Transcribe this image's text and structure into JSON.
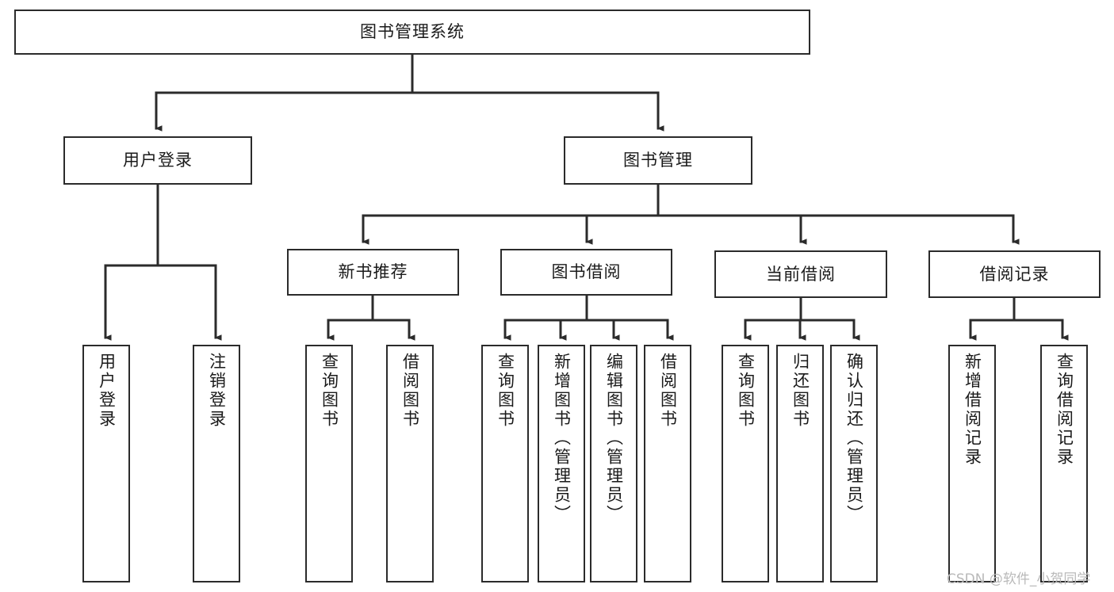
{
  "diagram": {
    "title": "图书管理系统",
    "type": "tree-hierarchy-chart",
    "watermark": "CSDN @软件_小贺同学",
    "colors": {
      "box_border": "#2b2b2b",
      "box_fill": "#ffffff",
      "connector": "#2b2b2b",
      "text": "#1a1a1a",
      "watermark": "#b9b9b9",
      "background": "#ffffff"
    },
    "nodes": {
      "root": {
        "label": "图书管理系统"
      },
      "level2": [
        {
          "label": "用户登录"
        },
        {
          "label": "图书管理"
        }
      ],
      "level3": [
        {
          "label": "新书推荐"
        },
        {
          "label": "图书借阅"
        },
        {
          "label": "当前借阅"
        },
        {
          "label": "借阅记录"
        }
      ],
      "leaves": {
        "user_login": [
          {
            "label": "用户登录"
          },
          {
            "label": "注销登录"
          }
        ],
        "new_book_recommend": [
          {
            "label": "查询图书"
          },
          {
            "label": "借阅图书"
          }
        ],
        "book_borrow": [
          {
            "label": "查询图书"
          },
          {
            "label": "新增图书（管理员）"
          },
          {
            "label": "编辑图书（管理员）"
          },
          {
            "label": "借阅图书"
          }
        ],
        "current_borrow": [
          {
            "label": "查询图书"
          },
          {
            "label": "归还图书"
          },
          {
            "label": "确认归还（管理员）"
          }
        ],
        "borrow_record": [
          {
            "label": "新增借阅记录"
          },
          {
            "label": "查询借阅记录"
          }
        ]
      }
    }
  }
}
